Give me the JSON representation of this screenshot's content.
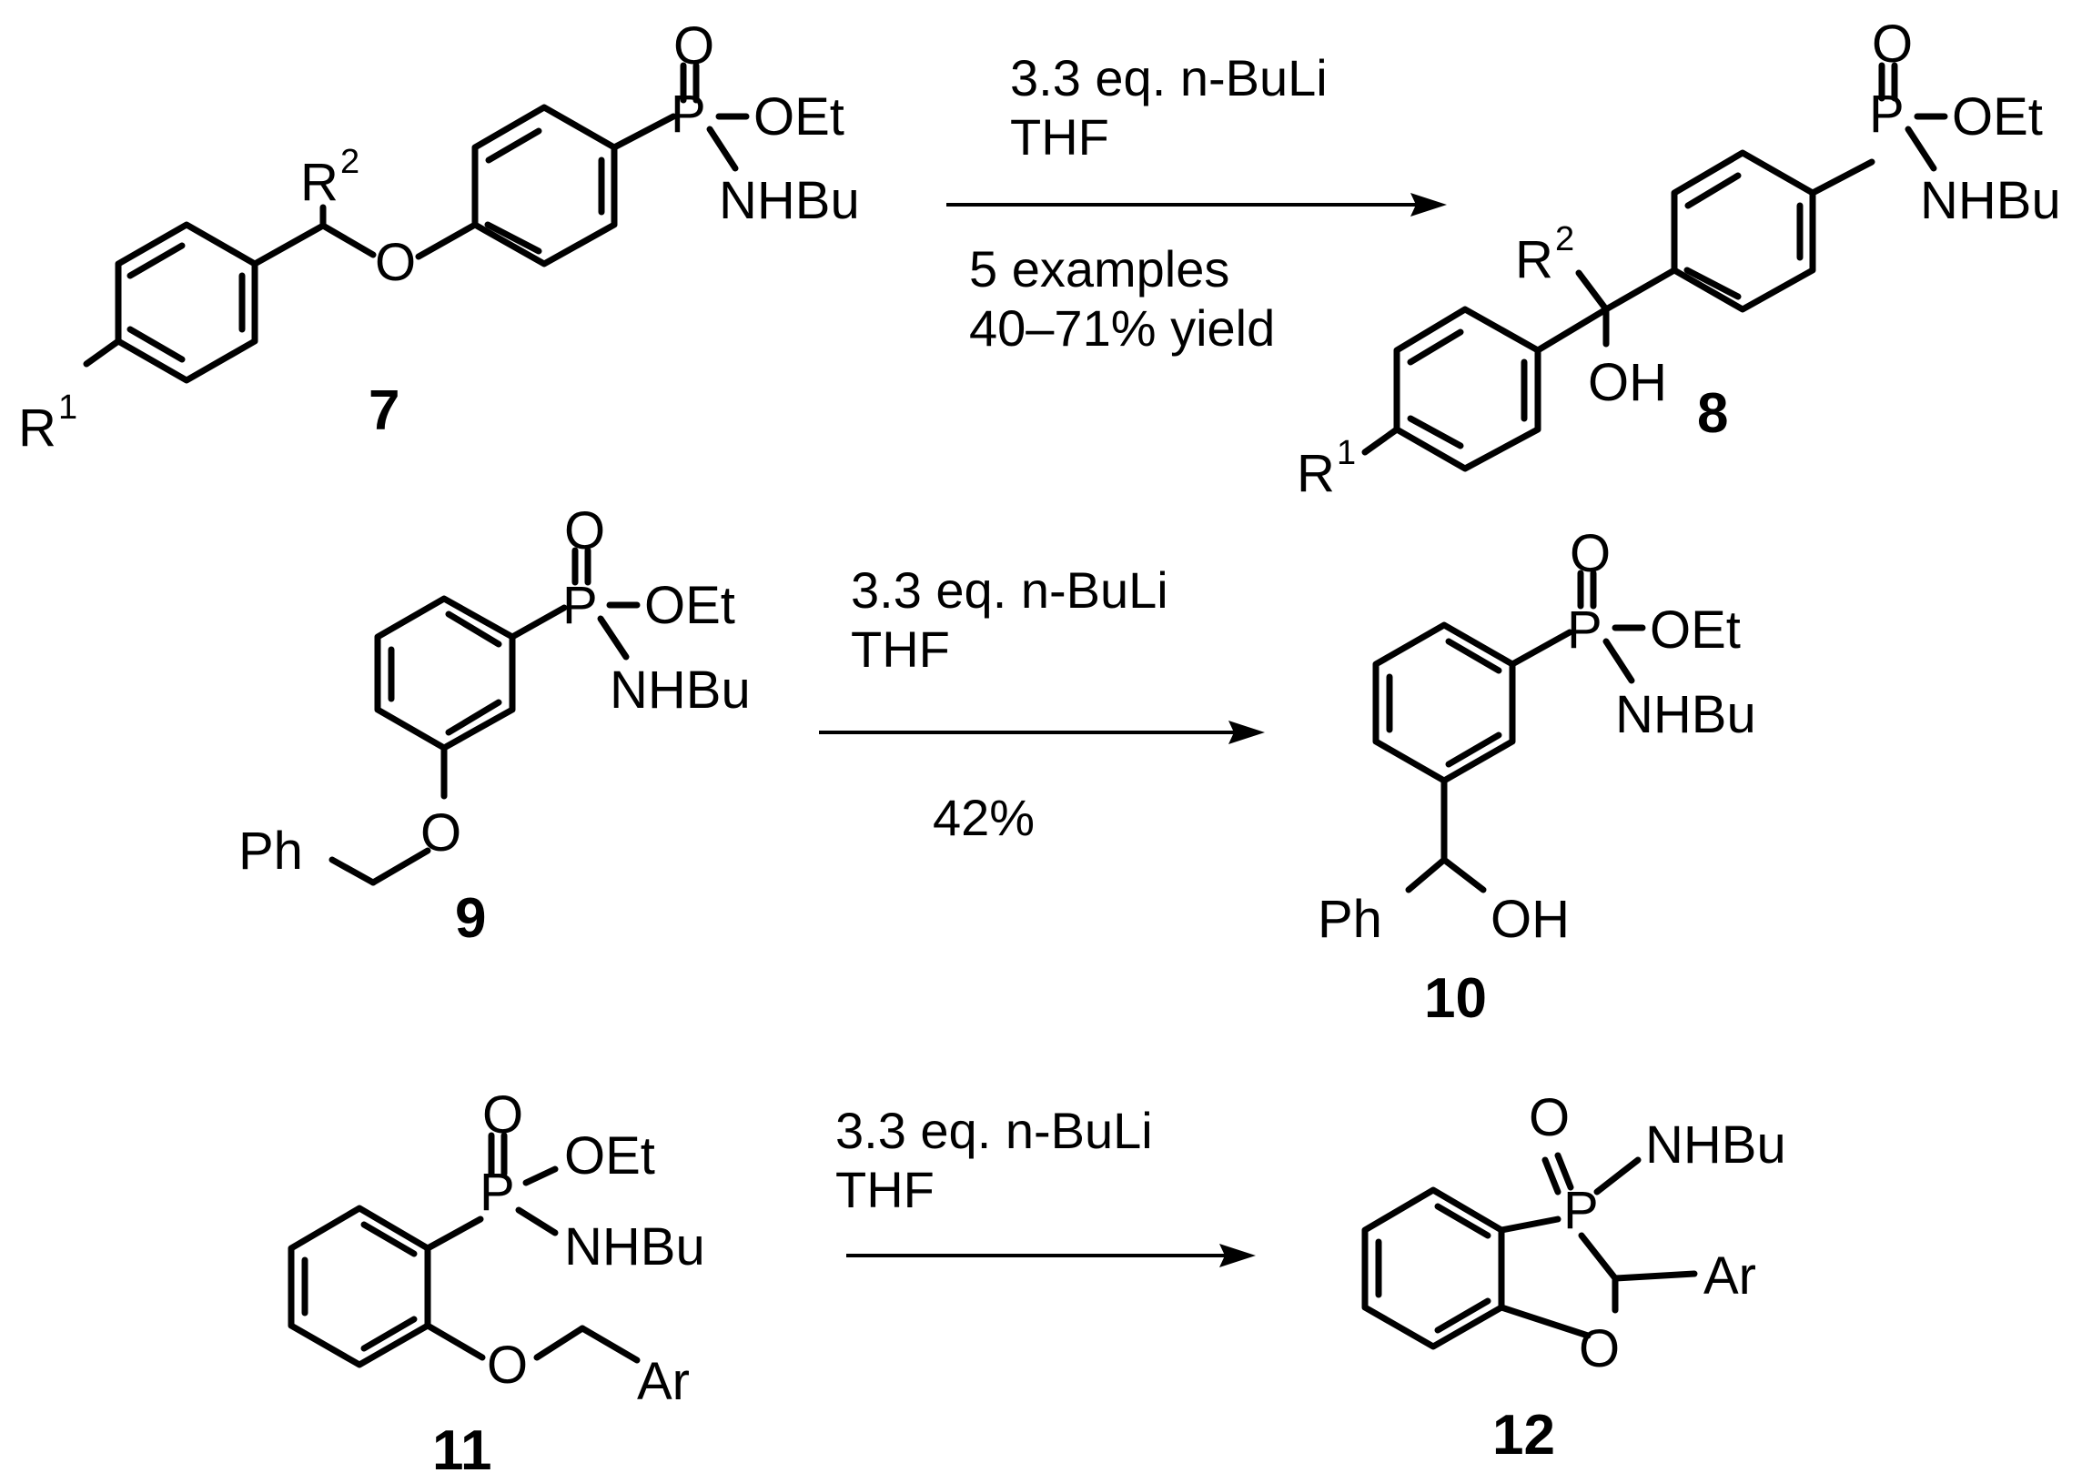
{
  "reactions": [
    {
      "reagent": "3.3 eq. n-BuLi",
      "solvent": "THF",
      "note_1": "5 examples",
      "note_2": "40–71% yield",
      "start_number": "7",
      "product_number": "8"
    },
    {
      "reagent": "3.3 eq. n-BuLi",
      "solvent": "THF",
      "yield": "42%",
      "start_number": "9",
      "product_number": "10"
    },
    {
      "reagent": "3.3 eq. n-BuLi",
      "solvent": "THF",
      "start_number": "11",
      "product_number": "12"
    }
  ],
  "atoms": {
    "P": "P",
    "O": "O",
    "OEt": "OEt",
    "NHBu": "NHBu",
    "OH": "OH",
    "R": "R",
    "sup1": "1",
    "sup2": "2",
    "Ph": "Ph",
    "Ar": "Ar"
  }
}
